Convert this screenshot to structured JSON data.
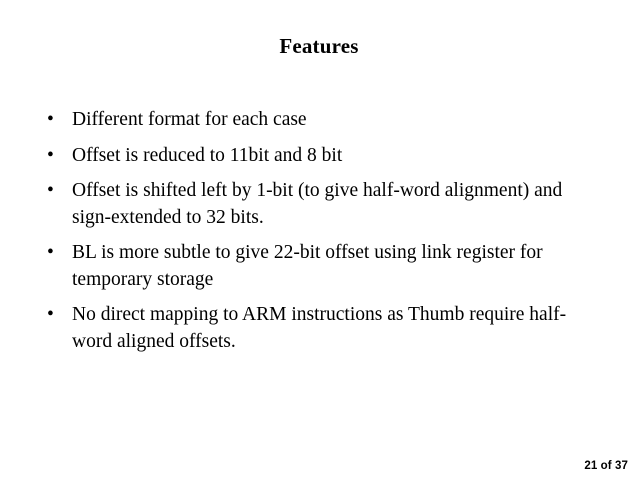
{
  "slide": {
    "title": "Features",
    "bullet_marker": "•",
    "bullets": [
      {
        "text": "Different format for each case"
      },
      {
        "text": "Offset is reduced to 11bit and 8 bit"
      },
      {
        "text": "Offset is shifted left by 1-bit (to give half-word alignment) and sign-extended to 32 bits."
      },
      {
        "text": "BL is more subtle to give 22-bit offset using link register for temporary storage"
      },
      {
        "text": "No direct mapping to ARM instructions as Thumb require half-word aligned offsets."
      }
    ],
    "footer": "21 of 37",
    "colors": {
      "background": "#ffffff",
      "text": "#000000"
    }
  }
}
